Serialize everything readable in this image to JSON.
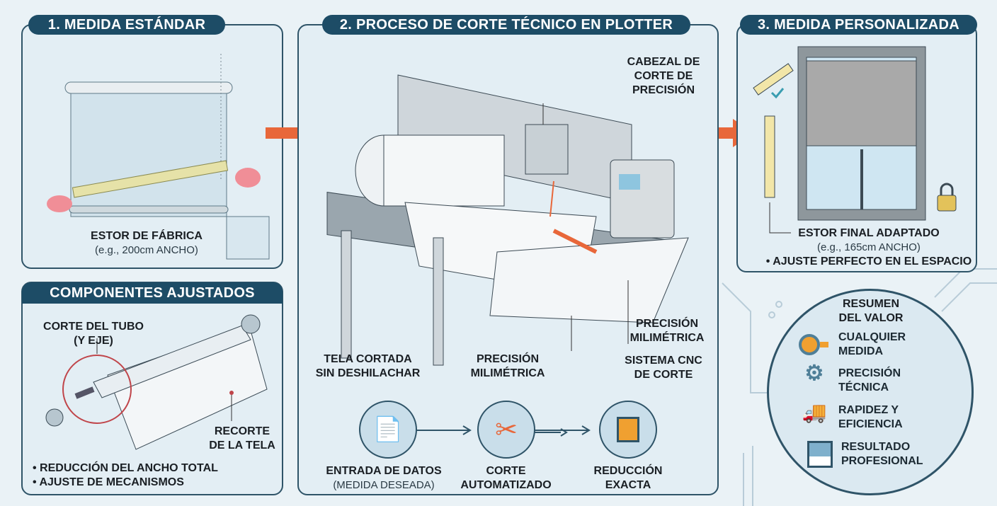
{
  "panel1": {
    "title": "1. MEDIDA ESTÁNDAR",
    "label": "ESTOR DE FÁBRICA",
    "sublabel": "(e.g., 200cm ANCHO)"
  },
  "components": {
    "title": "COMPONENTES AJUSTADOS",
    "tube_label_1": "CORTE DEL TUBO",
    "tube_label_2": "(Y EJE)",
    "fabric_label_1": "RECORTE",
    "fabric_label_2": "DE LA TELA",
    "bullets": [
      "• REDUCCIÓN DEL ANCHO TOTAL",
      "• AJUSTE DE MECANISMOS"
    ]
  },
  "panel2": {
    "title": "2. PROCESO DE CORTE TÉCNICO EN PLOTTER",
    "head_label": [
      "CABEZAL DE",
      "CORTE DE",
      "PRECISIÓN"
    ],
    "precision_right": [
      "PRECISIÓN",
      "MILIMÉTRICA"
    ],
    "cnc": [
      "SISTEMA CNC",
      "DE CORTE"
    ],
    "fabric_cut": [
      "TELA CORTADA",
      "SIN DESHILACHAR"
    ],
    "precision_mid": [
      "PRECISIÓN",
      "MILIMÉTRICA"
    ],
    "steps": [
      {
        "icon": "document-cursor-icon",
        "label": "ENTRADA DE DATOS",
        "sub": "(MEDIDA DESEADA)"
      },
      {
        "icon": "scissors-icon",
        "label": "CORTE",
        "sub": "AUTOMATIZADO"
      },
      {
        "icon": "blind-reduce-icon",
        "label": "REDUCCIÓN",
        "sub": "EXACTA"
      }
    ]
  },
  "panel3": {
    "title": "3. MEDIDA PERSONALIZADA",
    "label": "ESTOR FINAL ADAPTADO",
    "sublabel": "(e.g., 165cm ANCHO)",
    "bullet": "• AJUSTE PERFECTO EN EL ESPACIO"
  },
  "summary": {
    "title_1": "RESUMEN",
    "title_2": "DEL VALOR",
    "items": [
      {
        "icon": "tape-measure-icon",
        "l1": "CUALQUIER",
        "l2": "MEDIDA"
      },
      {
        "icon": "robot-arm-icon",
        "l1": "PRECISIÓN",
        "l2": "TÉCNICA"
      },
      {
        "icon": "factory-truck-icon",
        "l1": "RAPIDEZ Y",
        "l2": "EFICIENCIA"
      },
      {
        "icon": "window-icon",
        "l1": "RESULTADO",
        "l2": "PROFESIONAL"
      }
    ]
  },
  "colors": {
    "header": "#1d4c66",
    "accent": "#e8673a",
    "icon_bg": "#7fb0cc"
  }
}
